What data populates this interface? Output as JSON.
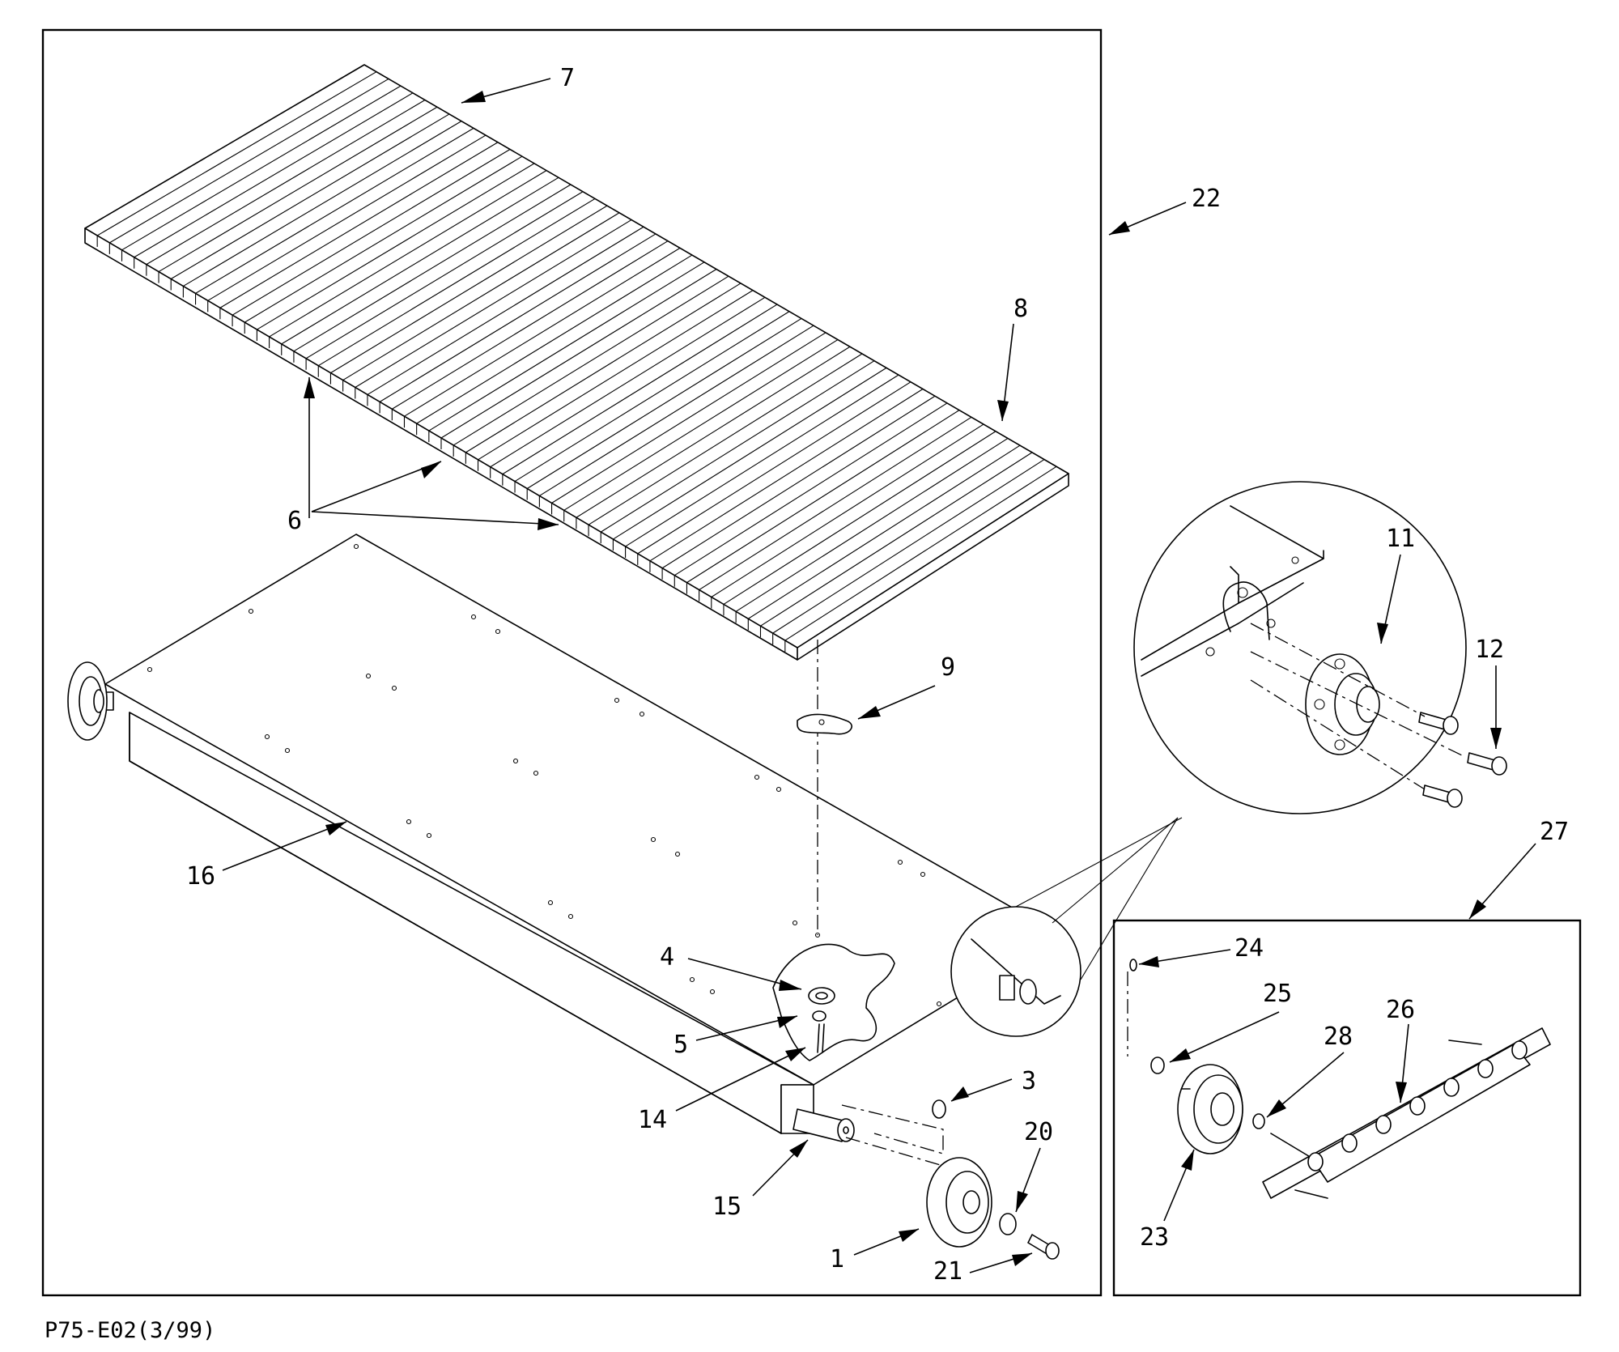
{
  "drawing_code": "P75-E02(3/99)",
  "callouts": {
    "c1": "1",
    "c3": "3",
    "c4": "4",
    "c5": "5",
    "c6": "6",
    "c7": "7",
    "c8": "8",
    "c9": "9",
    "c11": "11",
    "c12": "12",
    "c14": "14",
    "c15": "15",
    "c16": "16",
    "c20": "20",
    "c21": "21",
    "c22": "22",
    "c23": "23",
    "c24": "24",
    "c25": "25",
    "c26": "26",
    "c27": "27",
    "c28": "28"
  }
}
